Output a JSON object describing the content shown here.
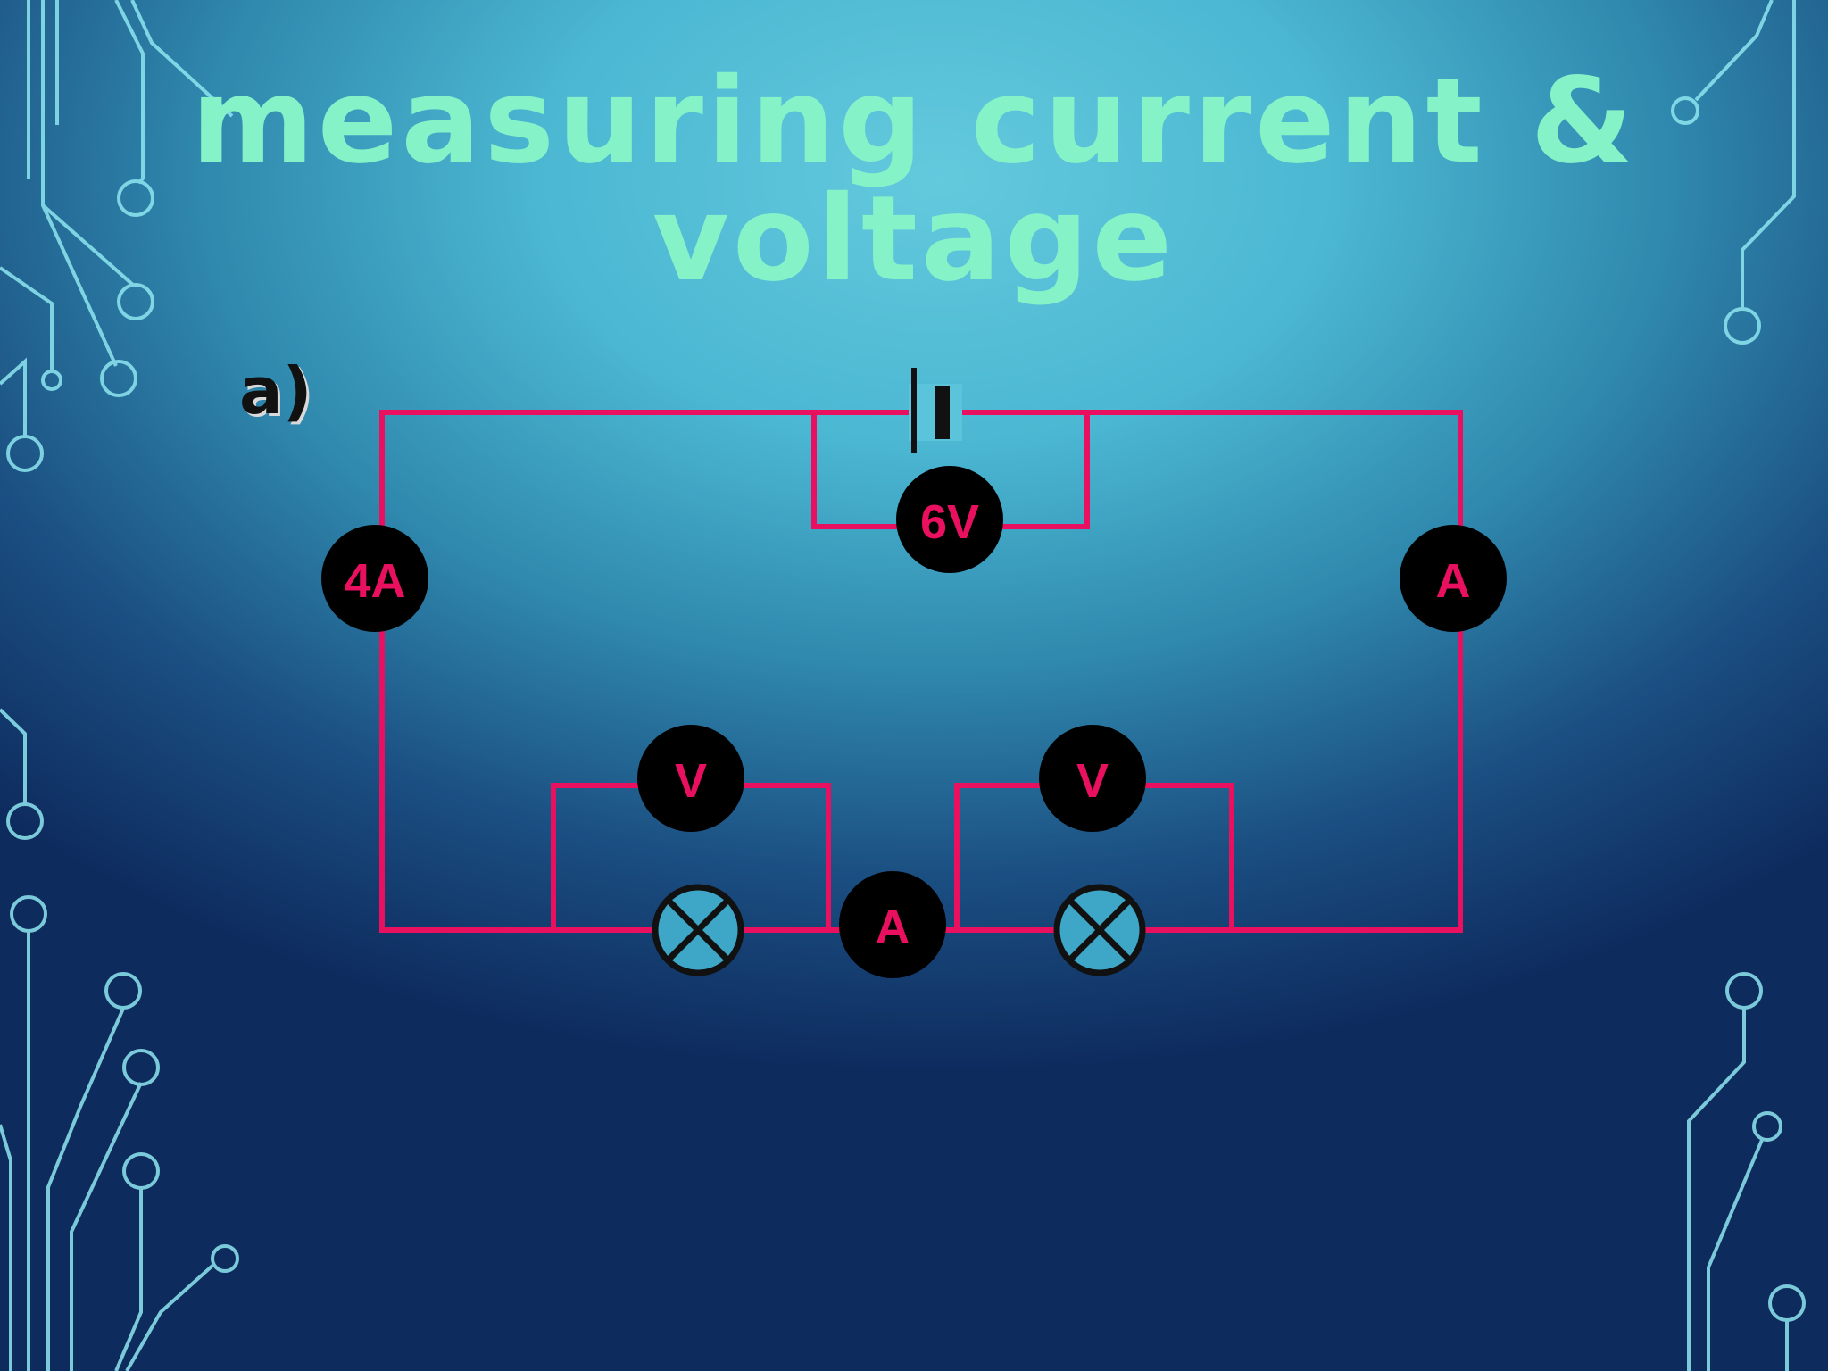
{
  "slide": {
    "title": "measuring current & voltage",
    "part_label": "a)"
  },
  "circuit": {
    "cell_voltmeter": "6V",
    "left_ammeter": "4A",
    "right_ammeter": "A",
    "middle_ammeter": "A",
    "left_lamp_voltmeter": "V",
    "right_lamp_voltmeter": "V"
  },
  "colors": {
    "wire": "#e8105f",
    "meter_fill": "#000000",
    "title": "#86f2c8",
    "decor_lines": "#8ee6f0"
  },
  "icons": [
    "circuit-trace-icon",
    "cell-icon",
    "lamp-icon"
  ]
}
